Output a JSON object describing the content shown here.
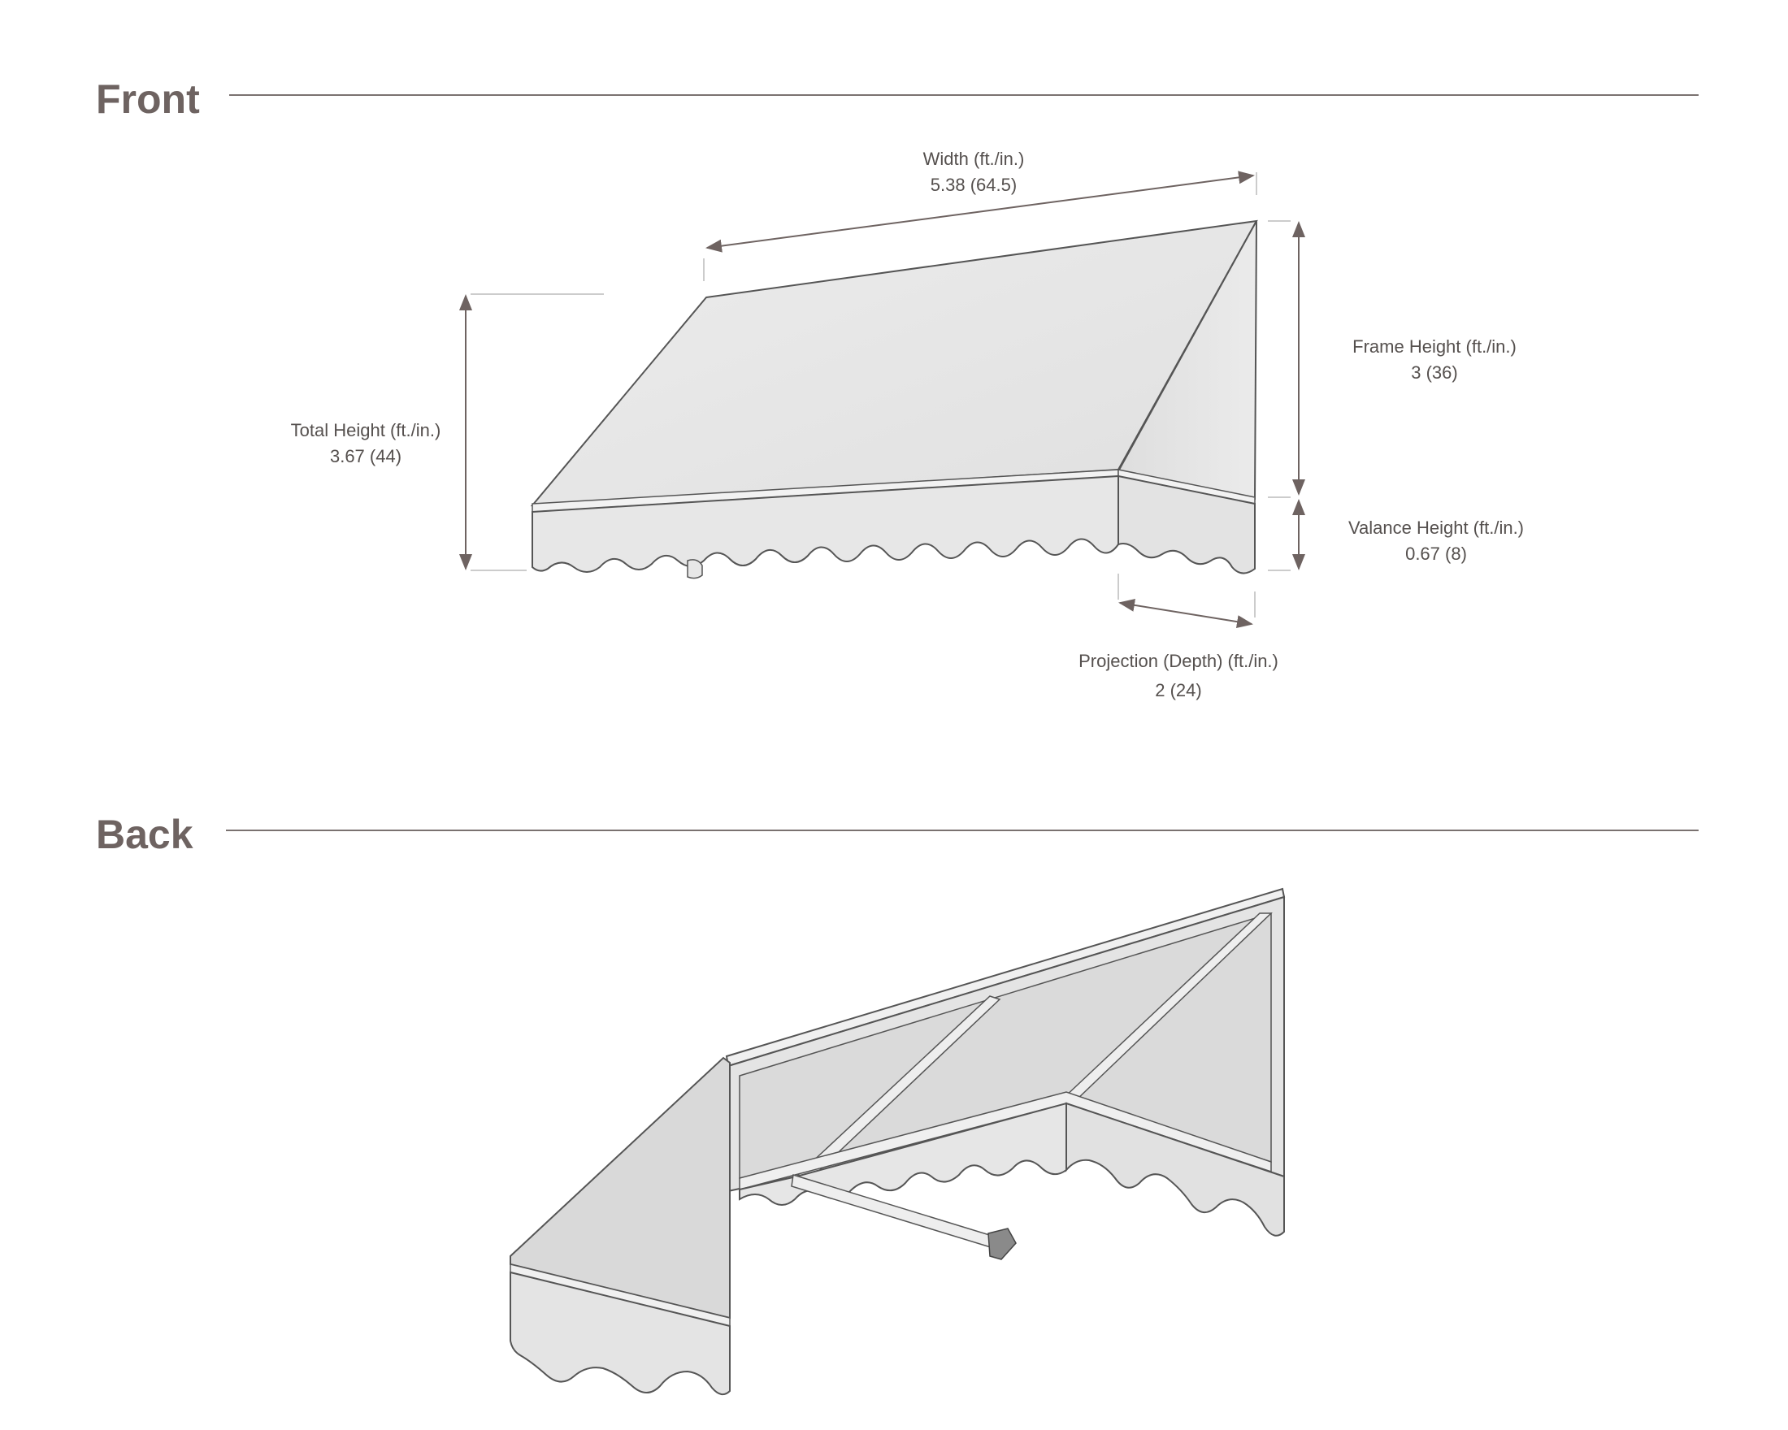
{
  "sections": {
    "front": {
      "title": "Front"
    },
    "back": {
      "title": "Back"
    }
  },
  "dimensions": {
    "width": {
      "label": "Width (ft./in.)",
      "value": "5.38 (64.5)"
    },
    "frame_height": {
      "label": "Frame Height (ft./in.)",
      "value": "3 (36)"
    },
    "total_height": {
      "label": "Total Height (ft./in.)",
      "value": "3.67 (44)"
    },
    "valance_height": {
      "label": "Valance Height (ft./in.)",
      "value": "0.67 (8)"
    },
    "projection": {
      "label": "Projection (Depth) (ft./in.)",
      "value": "2 (24)"
    }
  },
  "colors": {
    "heading": "#6e6361",
    "line": "#7a7270",
    "fabric_light": "#e9e9e9",
    "fabric_mid": "#dedede",
    "outline": "#555555"
  }
}
